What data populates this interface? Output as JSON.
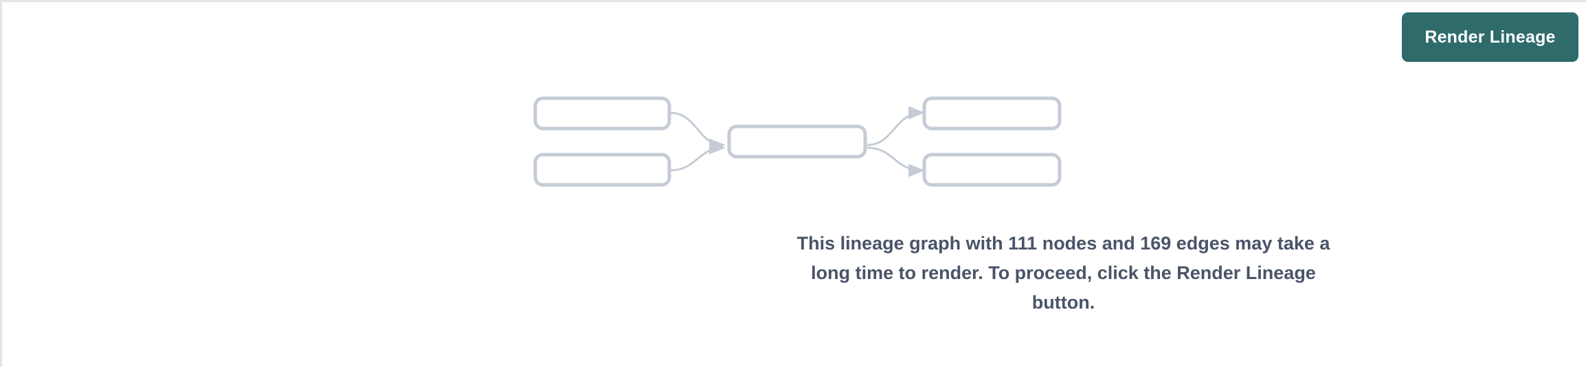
{
  "toolbar": {
    "render_lineage_label": "Render Lineage"
  },
  "message": {
    "text": "This lineage graph with 111 nodes and 169 edges may take a long time to render. To proceed, click the Render Lineage button."
  },
  "graph_preview": {
    "node_count_in_message": 111,
    "edge_count_in_message": 169,
    "placeholder_nodes": [
      {
        "id": "left-top",
        "label": ""
      },
      {
        "id": "left-bottom",
        "label": ""
      },
      {
        "id": "center",
        "label": ""
      },
      {
        "id": "right-top",
        "label": ""
      },
      {
        "id": "right-bottom",
        "label": ""
      }
    ],
    "placeholder_edges": [
      {
        "from": "left-top",
        "to": "center"
      },
      {
        "from": "left-bottom",
        "to": "center"
      },
      {
        "from": "center",
        "to": "right-top"
      },
      {
        "from": "center",
        "to": "right-bottom"
      }
    ]
  },
  "colors": {
    "button_background": "#2f6b6b",
    "button_text": "#ffffff",
    "message_text": "#4a5468",
    "node_stroke": "#c5ccd6",
    "page_background": "#ffffff",
    "page_border": "#e2e4e9"
  }
}
